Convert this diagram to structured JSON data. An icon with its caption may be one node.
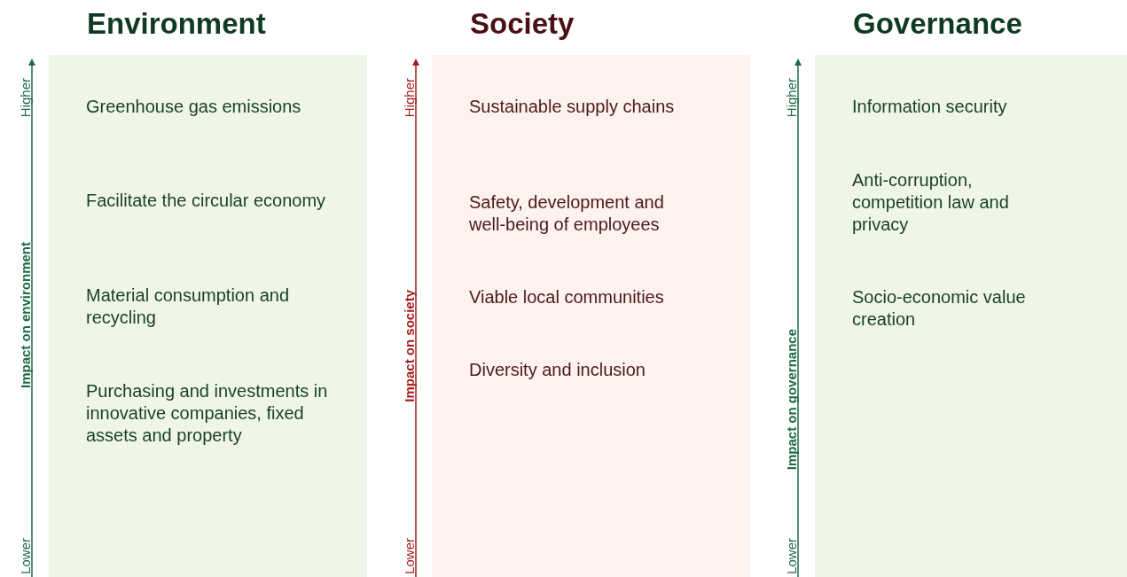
{
  "diagram": {
    "nodes": [
      {
        "text": [
          "Environment",
          "Greenhouse gas emissions",
          "Facilitate the circular economy",
          "Material consumption and recycling",
          "Purchasing and investments in innovative companies, fixed assets and property"
        ]
      },
      {
        "text": [
          "Society",
          "Sustainable supply chains",
          "Safety, development and well-being of employees",
          "Viable local communities",
          "Diversity and inclusion"
        ]
      },
      {
        "text": [
          "Governance",
          "Information security",
          "Anti-corruption, competition law and privacy",
          "Socio-economic value creation"
        ]
      }
    ],
    "edges": [],
    "labels": [
      "Higher",
      "Impact on environment",
      "Lower",
      "Higher",
      "Impact on society",
      "Lower",
      "Higher",
      "Impact on governance",
      "Lower"
    ]
  }
}
